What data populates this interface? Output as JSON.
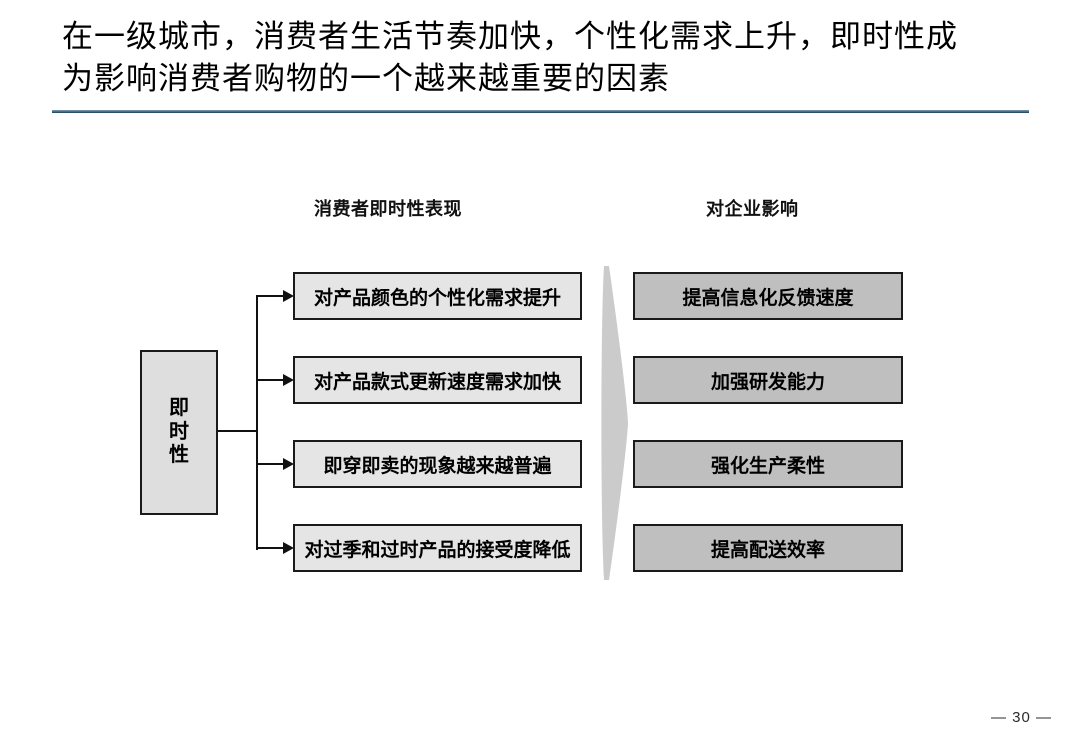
{
  "slide": {
    "title_lines": [
      "在一级城市，消费者生活节奏加快，个性化需求上升，即时性成",
      "为影响消费者购物的一个越来越重要的因素"
    ],
    "page_number": "— 30 —"
  },
  "diagram": {
    "left_column_header": "消费者即时性表现",
    "right_column_header": "对企业影响",
    "source_node": "即时性",
    "consumer_behaviors": [
      "对产品颜色的个性化需求提升",
      "对产品款式更新速度需求加快",
      "即穿即卖的现象越来越普遍",
      "对过季和过时产品的接受度降低"
    ],
    "enterprise_impacts": [
      "提高信息化反馈速度",
      "加强研发能力",
      "强化生产柔性",
      "提高配送效率"
    ],
    "colors": {
      "title_rule_blue": "#1d4a63",
      "behavior_box_fill": "#e5e5e5",
      "impact_box_fill": "#bfbfbf",
      "source_box_fill": "#dedede",
      "flow_arrow_fill": "#cbcbcb",
      "box_border": "#1a1a1a"
    }
  }
}
